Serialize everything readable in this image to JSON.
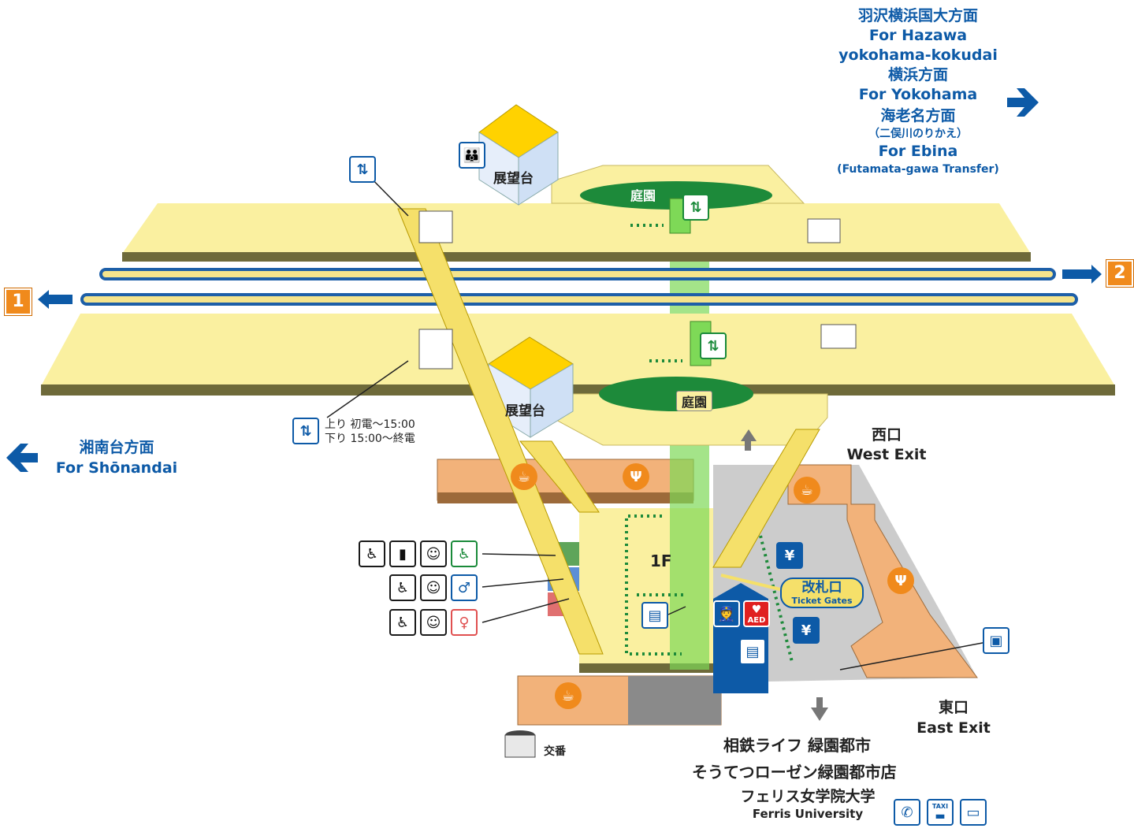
{
  "directions": {
    "right_line1": "羽沢横浜国大方面",
    "right_line2": "For Hazawa",
    "right_line3": "yokohama-kokudai",
    "right_line4": "横浜方面",
    "right_line5": "For Yokohama",
    "right_line6": "海老名方面",
    "right_line7": "（二俣川のりかえ）",
    "right_line8": "For Ebina",
    "right_line9": "(Futamata-gawa Transfer)",
    "left_line1": "湘南台方面",
    "left_line2": "For Shōnandai"
  },
  "platforms": {
    "platform1": "1",
    "platform2": "2"
  },
  "areas": {
    "observation_top": "展望台",
    "observation_bottom": "展望台",
    "garden_top": "庭園",
    "garden_bottom": "庭園",
    "floor": "1F"
  },
  "escalator_note": {
    "up": "上り 初電〜15:00",
    "down": "下り 15:00〜終電"
  },
  "ticket_gates": {
    "ja": "改札口",
    "en": "Ticket Gates"
  },
  "exits": {
    "west_ja": "西口",
    "west_en": "West Exit",
    "east_ja": "東口",
    "east_en": "East Exit"
  },
  "facilities": {
    "koban": "交番",
    "shop1": "相鉄ライフ 緑園都市",
    "shop2": "そうてつローゼン緑園都市店",
    "university_ja": "フェリス女学院大学",
    "university_en": "Ferris University",
    "aed": "AED",
    "taxi": "TAXI"
  },
  "colors": {
    "platform": "#faf0a0",
    "platform_edge": "#6e6a3a",
    "track_blue": "#1d5fa8",
    "garden_green": "#1d8a3a",
    "elevator_green": "#7ed957",
    "shop_orange": "#f2b27a",
    "concourse_gray": "#cccccc",
    "accent_blue": "#0d5aa7",
    "badge_orange": "#f08a1c"
  }
}
